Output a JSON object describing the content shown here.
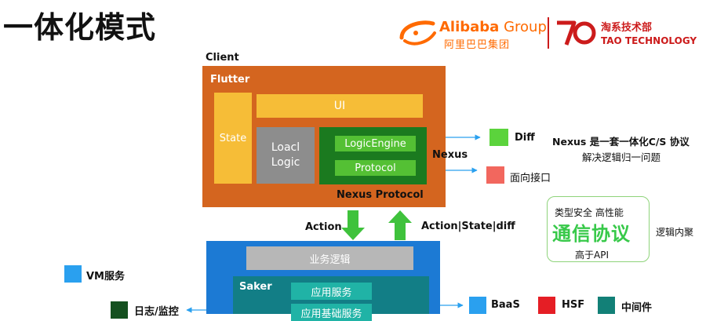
{
  "title": "一体化模式",
  "logo": {
    "alibaba_en_bold": "Alibaba",
    "alibaba_en_light": " Group",
    "alibaba_cn": "阿里巴巴集团",
    "tao_cn": "淘系技术部",
    "tao_en": "TAO TECHNOLOGY"
  },
  "client": {
    "label": "Client",
    "flutter_label": "Flutter",
    "state": "State",
    "ui": "UI",
    "local_logic": "Loacl\nLogic",
    "logic_engine": "LogicEngine",
    "protocol": "Protocol",
    "nexus_protocol": "Nexus Protocol"
  },
  "nexus": {
    "label": "Nexus",
    "legend": [
      {
        "label": "Diff",
        "color": "#5bd33c"
      },
      {
        "label": "面向接口",
        "color": "#f2675e"
      }
    ],
    "desc_line1": "Nexus 是一套一体化C/S 协议",
    "desc_line2": "解决逻辑归一问题"
  },
  "comm_protocol": {
    "top": "类型安全   高性能",
    "main": "通信协议",
    "bottom": "高于API",
    "side": "逻辑内聚"
  },
  "arrows": {
    "action": "Action",
    "action_state_diff": "Action|State|diff"
  },
  "server": {
    "biz_logic": "业务逻辑",
    "saker": "Saker",
    "app_service": "应用服务",
    "app_base_service": "应用基础服务"
  },
  "legend_left": [
    {
      "label": "VM服务",
      "color": "#2aa0ef"
    },
    {
      "label": "日志/监控",
      "color": "#14501f"
    }
  ],
  "legend_bottom": [
    {
      "label": "BaaS",
      "color": "#2aa0ef"
    },
    {
      "label": "HSF",
      "color": "#e51e25"
    },
    {
      "label": "中间件",
      "color": "#128077"
    }
  ]
}
